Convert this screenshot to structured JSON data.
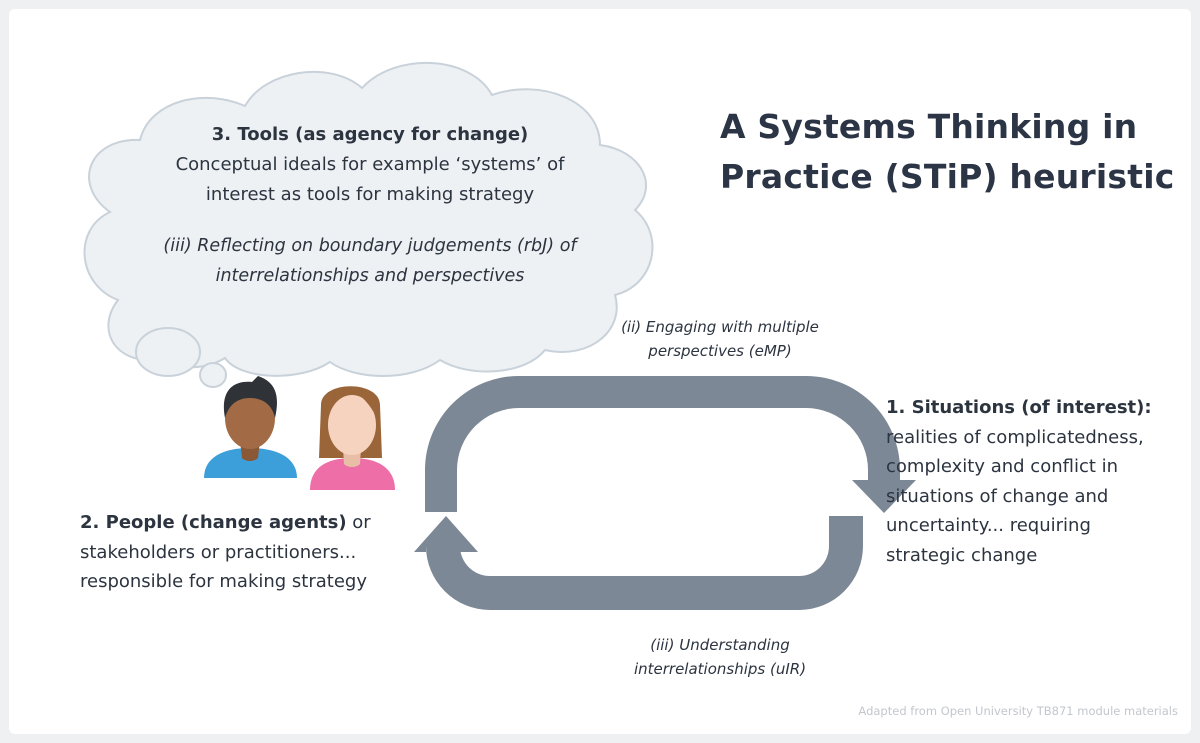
{
  "title": {
    "line1": "A Systems Thinking in",
    "line2": "Practice (STiP) heuristic"
  },
  "tools": {
    "heading": "3. Tools (as agency for change)",
    "body_line1": "Conceptual ideals for example ‘systems’ of",
    "body_line2": "interest as tools for making strategy",
    "italic_line1": "(iii) Reflecting on boundary judgements (rbJ) of",
    "italic_line2": "interrelationships and perspectives"
  },
  "loop_labels": {
    "top_line1": "(ii) Engaging with multiple",
    "top_line2": "perspectives (eMP)",
    "bottom_line1": "(iii) Understanding",
    "bottom_line2": "interrelationships (uIR)"
  },
  "situations": {
    "heading": "1. Situations (of interest):",
    "line1": "realities of complicatedness,",
    "line2": "complexity and conflict in",
    "line3": "situations of change and",
    "line4": "uncertainty... requiring",
    "line5": "strategic change"
  },
  "people": {
    "heading": "2. People (change agents)",
    "heading_tail": " or",
    "line2": "stakeholders or practitioners...",
    "line3": "responsible for making strategy"
  },
  "credit": "Adapted from Open University TB871 module materials",
  "colors": {
    "arrow": "#7c8896",
    "cloud_fill": "#eef1f4",
    "cloud_stroke": "#c9d2da",
    "man_shirt": "#3d9fd9",
    "man_skin": "#a36b45",
    "man_hair": "#2f3338",
    "woman_shirt": "#ee6ea8",
    "woman_skin": "#f6d3bf",
    "woman_hair": "#9a6538"
  },
  "icons": [
    "thought-cloud-icon",
    "man-avatar-icon",
    "woman-avatar-icon",
    "cycle-arrows-icon"
  ]
}
